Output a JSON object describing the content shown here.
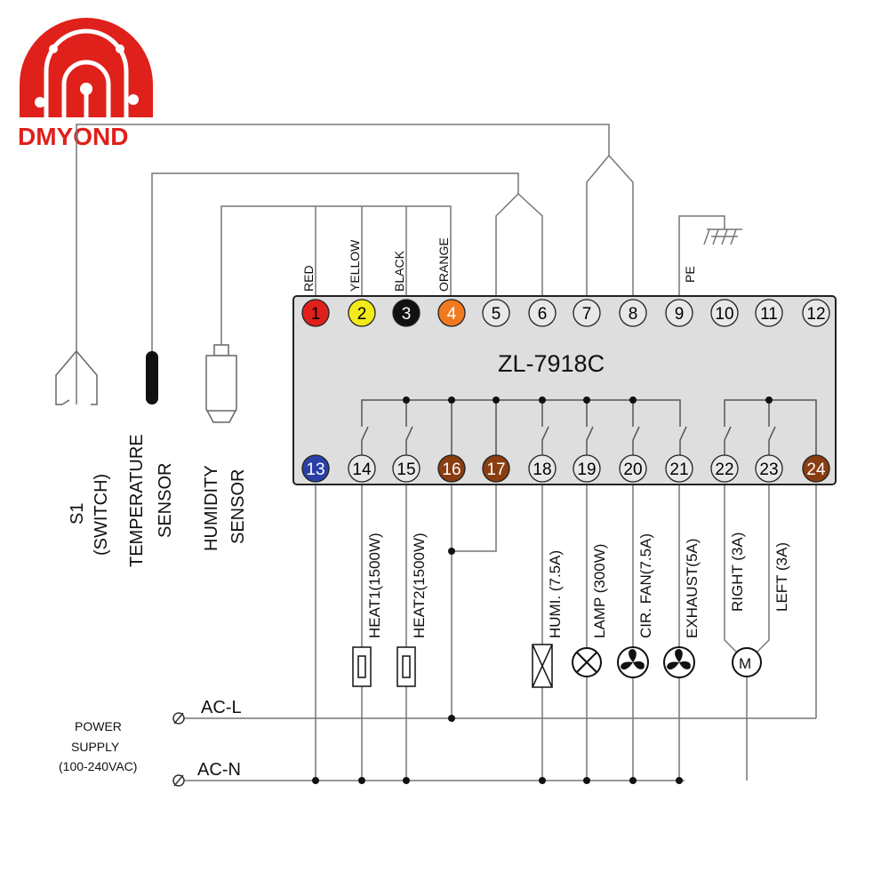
{
  "brand": {
    "name": "DMYOND"
  },
  "controller": {
    "model": "ZL-7918C",
    "terminals": [
      {
        "n": "1",
        "fill": "#e0201b",
        "text": "#000"
      },
      {
        "n": "2",
        "fill": "#f2ea1a",
        "text": "#000"
      },
      {
        "n": "3",
        "fill": "#111111",
        "text": "#fff"
      },
      {
        "n": "4",
        "fill": "#f07a20",
        "text": "#fff"
      },
      {
        "n": "5",
        "fill": "#e8e8e8",
        "text": "#000"
      },
      {
        "n": "6",
        "fill": "#e8e8e8",
        "text": "#000"
      },
      {
        "n": "7",
        "fill": "#e8e8e8",
        "text": "#000"
      },
      {
        "n": "8",
        "fill": "#e8e8e8",
        "text": "#000"
      },
      {
        "n": "9",
        "fill": "#e8e8e8",
        "text": "#000"
      },
      {
        "n": "10",
        "fill": "#e8e8e8",
        "text": "#000"
      },
      {
        "n": "11",
        "fill": "#e8e8e8",
        "text": "#000"
      },
      {
        "n": "12",
        "fill": "#e8e8e8",
        "text": "#000"
      },
      {
        "n": "13",
        "fill": "#2b3fa8",
        "text": "#fff"
      },
      {
        "n": "14",
        "fill": "#e8e8e8",
        "text": "#000"
      },
      {
        "n": "15",
        "fill": "#e8e8e8",
        "text": "#000"
      },
      {
        "n": "16",
        "fill": "#8a3d10",
        "text": "#fff"
      },
      {
        "n": "17",
        "fill": "#8a3d10",
        "text": "#fff"
      },
      {
        "n": "18",
        "fill": "#e8e8e8",
        "text": "#000"
      },
      {
        "n": "19",
        "fill": "#e8e8e8",
        "text": "#000"
      },
      {
        "n": "20",
        "fill": "#e8e8e8",
        "text": "#000"
      },
      {
        "n": "21",
        "fill": "#e8e8e8",
        "text": "#000"
      },
      {
        "n": "22",
        "fill": "#e8e8e8",
        "text": "#000"
      },
      {
        "n": "23",
        "fill": "#e8e8e8",
        "text": "#000"
      },
      {
        "n": "24",
        "fill": "#8a3d10",
        "text": "#fff"
      }
    ]
  },
  "wire_colors": {
    "red": "RED",
    "yellow": "YELLOW",
    "black": "BLACK",
    "orange": "ORANGE"
  },
  "pe_label": "PE",
  "inputs": {
    "switch": {
      "line1": "S1",
      "line2": "(SWITCH)"
    },
    "temp": {
      "line1": "TEMPERATURE",
      "line2": "SENSOR"
    },
    "humidity": {
      "line1": "HUMIDITY",
      "line2": "SENSOR"
    }
  },
  "loads": {
    "heat1": "HEAT1(1500W)",
    "heat2": "HEAT2(1500W)",
    "humi": "HUMI. (7.5A)",
    "lamp": "LAMP (300W)",
    "fan": "CIR. FAN(7.5A)",
    "exhaust": "EXHAUST(5A)",
    "right": "RIGHT (3A)",
    "left": "LEFT (3A)"
  },
  "power": {
    "line1": "POWER",
    "line2": "SUPPLY",
    "line3": "(100-240VAC)",
    "acl": "AC-L",
    "acn": "AC-N"
  }
}
